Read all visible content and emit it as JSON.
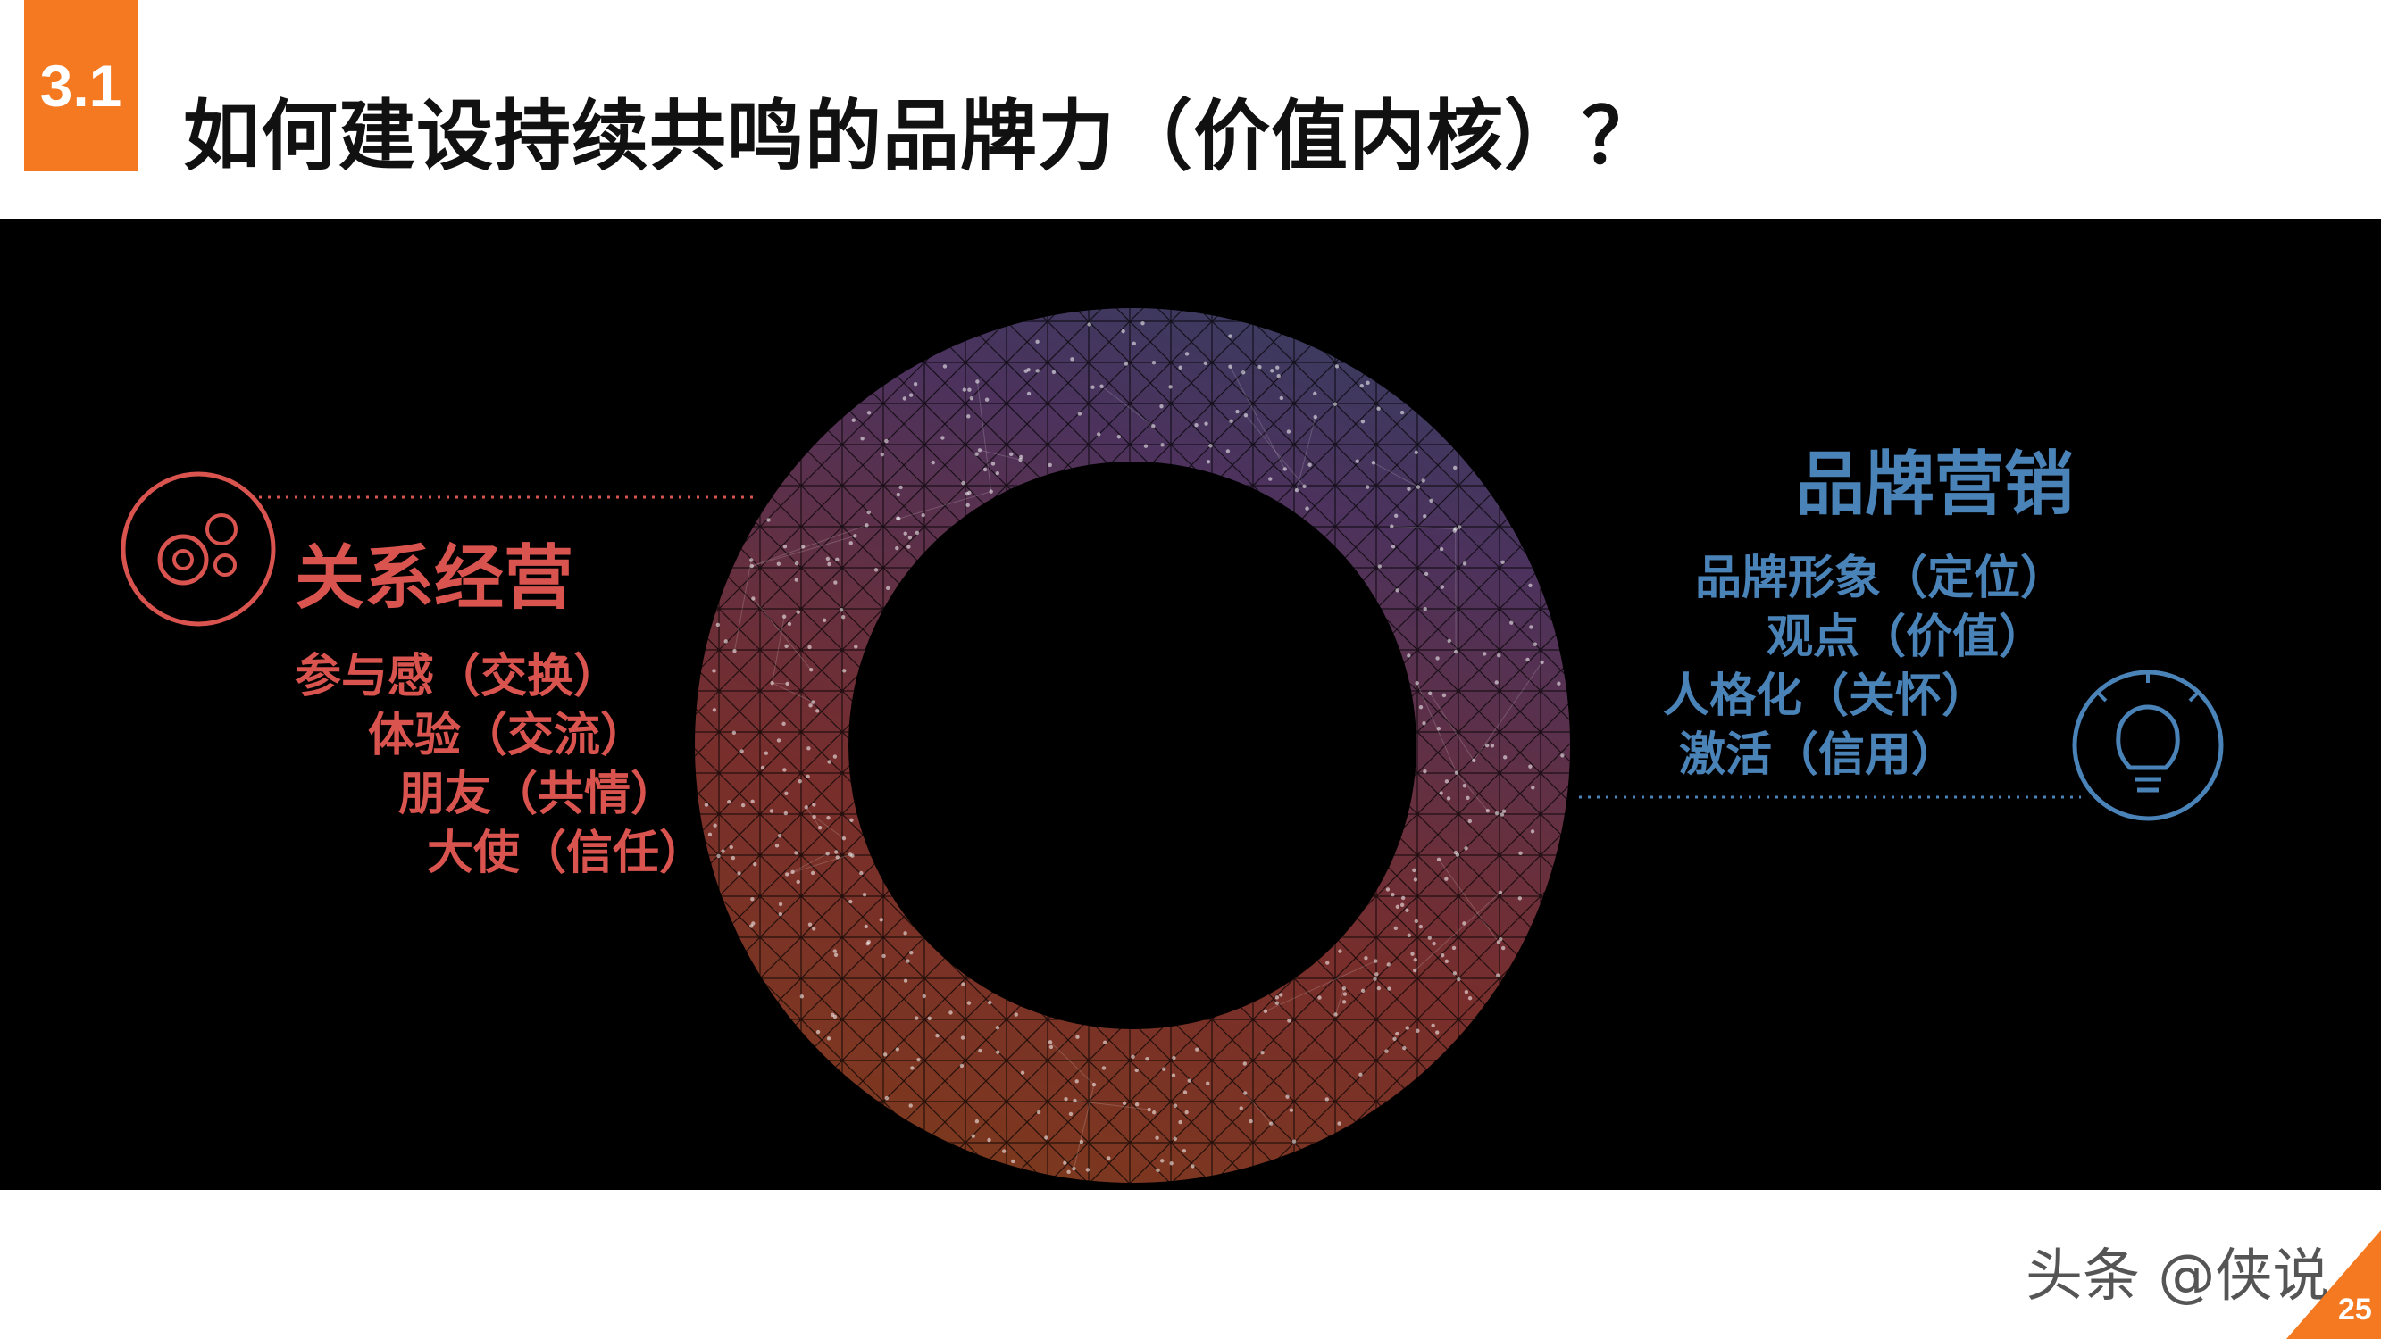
{
  "header": {
    "section_number": "3.1",
    "title": "如何建设持续共鸣的品牌力（价值内核）？"
  },
  "left": {
    "heading": "关系经营",
    "icon": "gears-icon",
    "items": [
      "参与感（交换）",
      "体验（交流）",
      "朋友（共情）",
      "大使（信任）"
    ],
    "color": "#d9534f"
  },
  "right": {
    "heading": "品牌营销",
    "icon": "lightbulb-icon",
    "items": [
      "品牌形象（定位）",
      "观点（价值）",
      "人格化（关怀）",
      "激活（信用）"
    ],
    "color": "#4a83b8"
  },
  "footer": {
    "watermark": "头条 @侠说",
    "page_number": "25",
    "accent": "#f47920"
  }
}
